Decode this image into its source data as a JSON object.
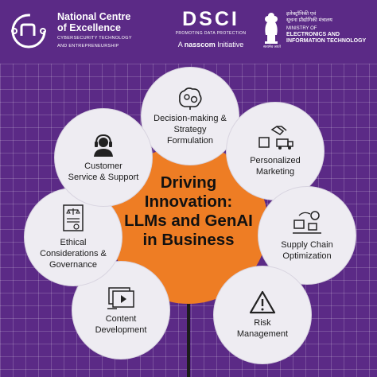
{
  "header": {
    "ncoe": {
      "title_line1": "National Centre",
      "title_line2": "of Excellence",
      "sub_line1": "CYBERSECURITY TECHNOLOGY",
      "sub_line2": "AND ENTREPRENEURSHIP",
      "logo_icon": "ncoe-logo-icon"
    },
    "dsci": {
      "wordmark": "DSCI",
      "tagline": "PROMOTING DATA PROTECTION",
      "nasscom_prefix": "A ",
      "nasscom_brand": "nasscom",
      "nasscom_suffix": " Initiative"
    },
    "ministry": {
      "hindi_line1": "इलेक्ट्रॉनिकी एवं",
      "hindi_line2": "सूचना प्रौद्योगिकी मंत्रालय",
      "english_line1": "MINISTRY OF",
      "english_line2": "ELECTRONICS AND",
      "english_line3": "INFORMATION TECHNOLOGY",
      "emblem_caption": "सत्यमेव जयते"
    }
  },
  "center": {
    "line1": "Driving",
    "line2": "Innovation:",
    "line3": "LLMs and GenAI",
    "line4": "in Business"
  },
  "petals": [
    {
      "icon": "brain-gears-icon",
      "line1": "Decision-making &",
      "line2": "Strategy",
      "line3": "Formulation"
    },
    {
      "icon": "handshake-delivery-icon",
      "line1": "Personalized",
      "line2": "Marketing",
      "line3": ""
    },
    {
      "icon": "supply-chain-icon",
      "line1": "Supply Chain",
      "line2": "Optimization",
      "line3": ""
    },
    {
      "icon": "warning-icon",
      "line1": "Risk",
      "line2": "Management",
      "line3": ""
    },
    {
      "icon": "content-media-icon",
      "line1": "Content",
      "line2": "Development",
      "line3": ""
    },
    {
      "icon": "document-scales-icon",
      "line1": "Ethical",
      "line2": "Considerations &",
      "line3": "Governance"
    },
    {
      "icon": "headset-agent-icon",
      "line1": "Customer",
      "line2": "Service & Support",
      "line3": ""
    }
  ],
  "colors": {
    "background": "#5b2a86",
    "center_circle": "#ee7d24",
    "petal": "#eeecf2"
  }
}
